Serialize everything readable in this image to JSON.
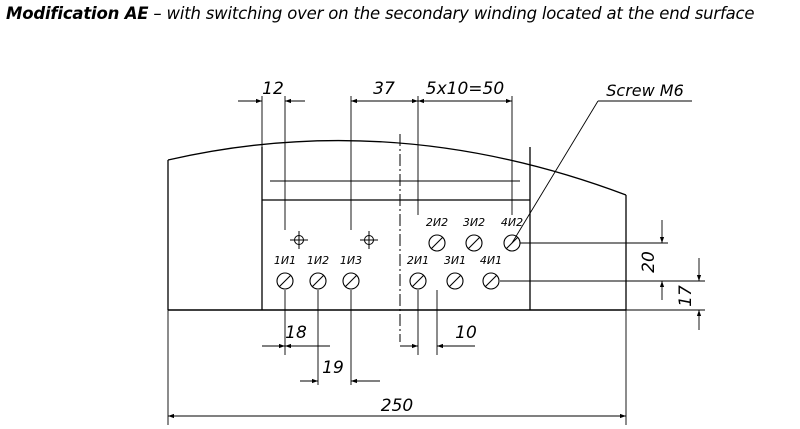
{
  "title": {
    "bold_part": "Modification AE",
    "rest": " – with switching over on the secondary winding located at the end surface"
  },
  "callout": {
    "screw": "Screw M6"
  },
  "dimensions": {
    "d12": "12",
    "d37": "37",
    "d5x10": "5x10=50",
    "d18": "18",
    "d19": "19",
    "d10": "10",
    "d250": "250",
    "d20": "20",
    "d17": "17"
  },
  "terminals": {
    "top": [
      "2И2",
      "3И2",
      "4И2"
    ],
    "bottom": [
      "1И1",
      "1И2",
      "1И3",
      "2И1",
      "3И1",
      "4И1"
    ]
  },
  "colors": {
    "line": "#000000",
    "background": "#ffffff"
  }
}
